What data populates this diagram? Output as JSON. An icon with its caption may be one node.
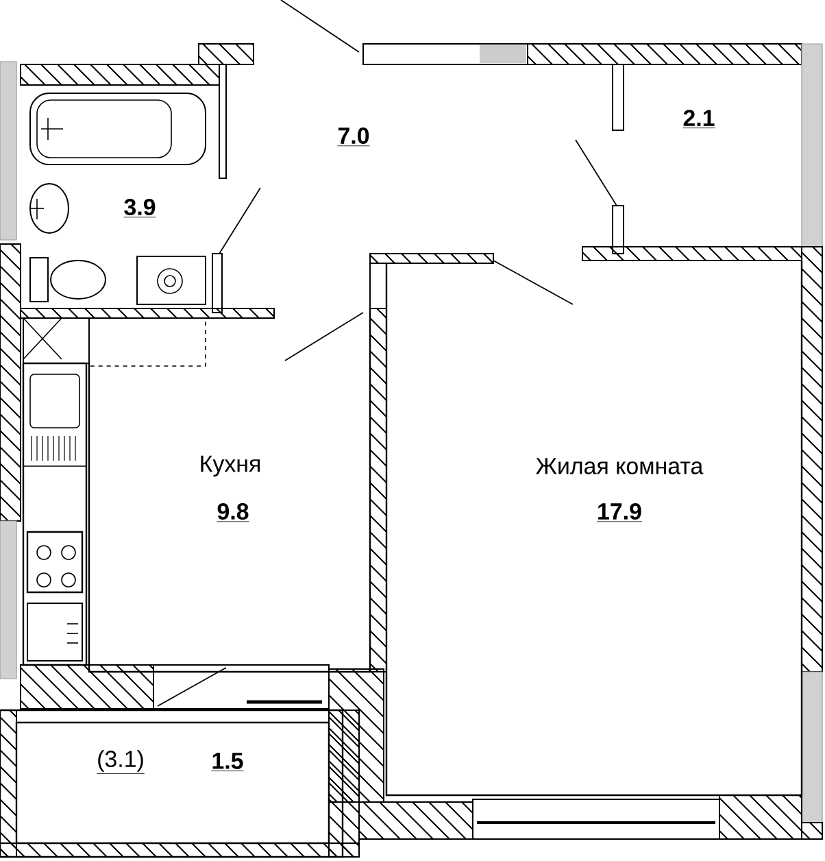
{
  "diagram": {
    "nodes": [
      {
        "text": [
          "7.0"
        ]
      },
      {
        "text": [
          "2.1"
        ]
      },
      {
        "text": [
          "3.9"
        ]
      },
      {
        "text": [
          "Кухня",
          "9.8"
        ]
      },
      {
        "text": [
          "Жилая комната",
          "17.9"
        ]
      },
      {
        "text": [
          "(3.1)",
          "1.5"
        ]
      }
    ]
  }
}
